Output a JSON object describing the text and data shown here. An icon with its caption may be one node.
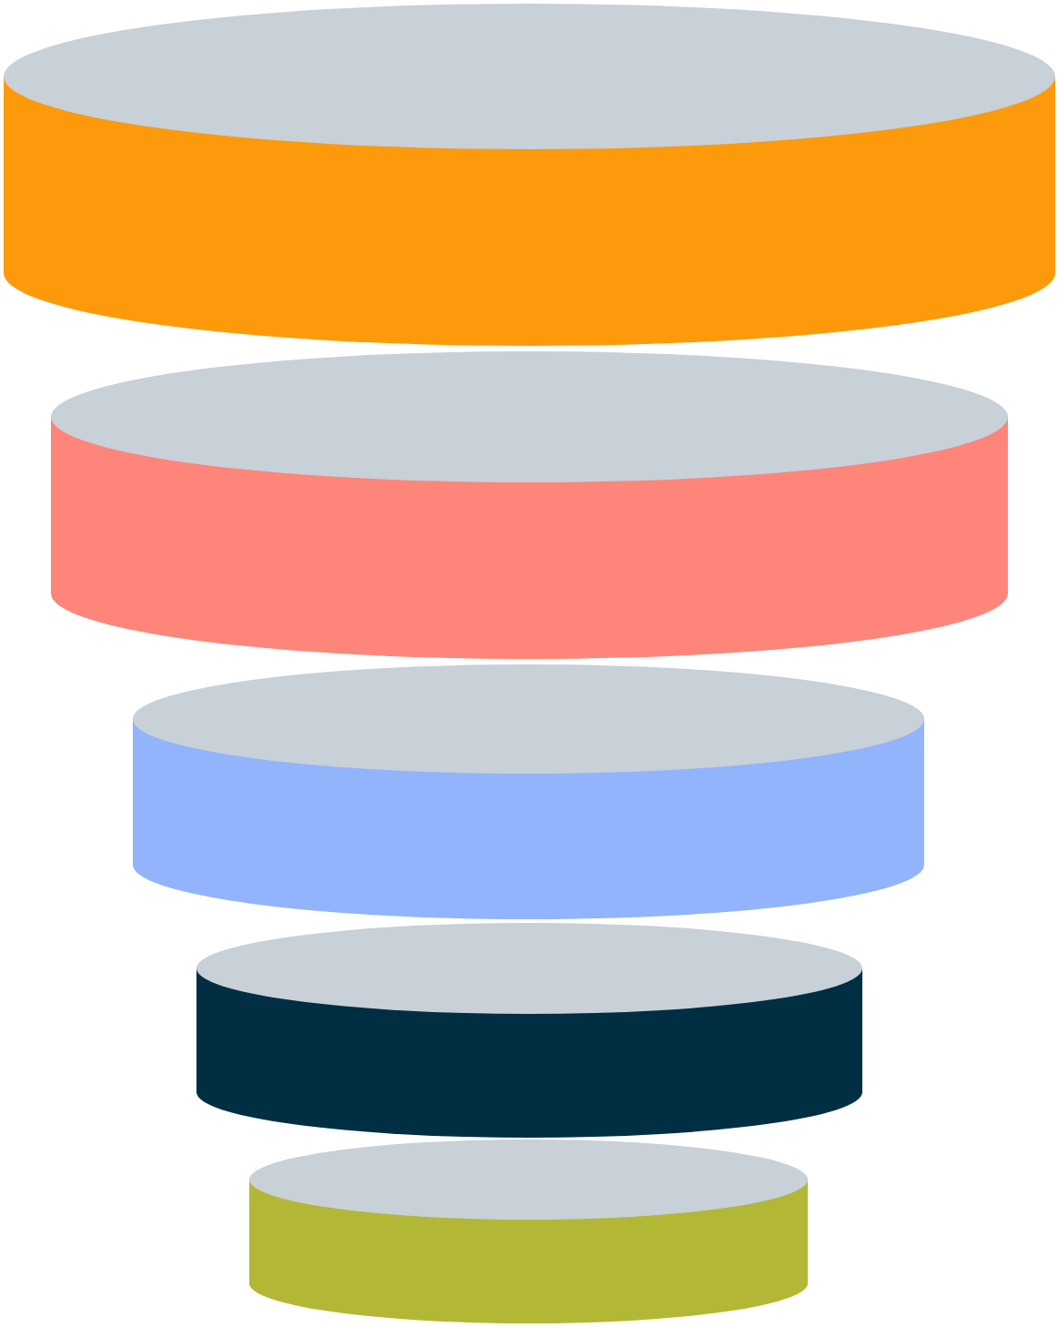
{
  "diagram": {
    "nodes": [
      {
        "text": [],
        "shape": "cylinder"
      },
      {
        "text": [],
        "shape": "cylinder"
      },
      {
        "text": [],
        "shape": "cylinder"
      },
      {
        "text": [],
        "shape": "cylinder"
      },
      {
        "text": [],
        "shape": "cylinder"
      }
    ]
  }
}
